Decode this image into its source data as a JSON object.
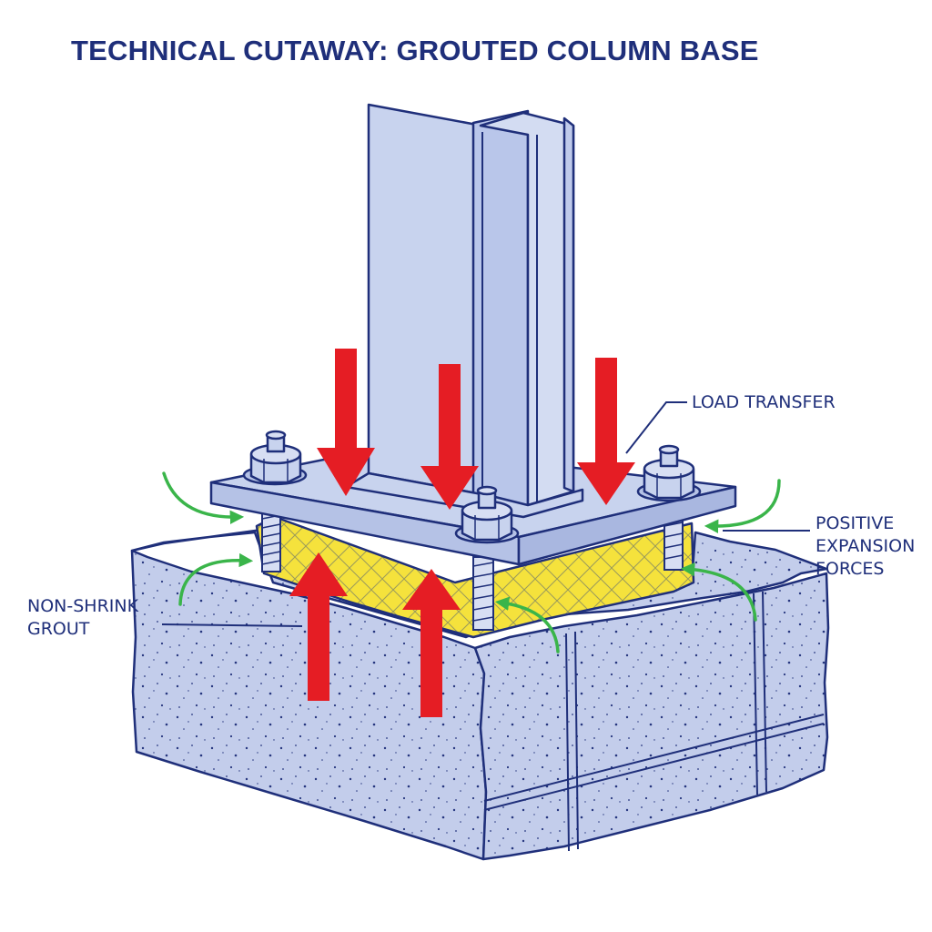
{
  "title": "TECHNICAL CUTAWAY: GROUTED COLUMN BASE",
  "labels": {
    "load_transfer": "LOAD TRANSFER",
    "expansion_line1": "POSITIVE",
    "expansion_line2": "EXPANSION",
    "expansion_line3": "FORCES",
    "grout_line1": "NON-SHRINK",
    "grout_line2": "GROUT"
  },
  "colors": {
    "outline": "#1f2f7a",
    "steel": "#c8d3ee",
    "concrete": "#c3cdeb",
    "grout": "#f5e23c",
    "load_arrow": "#e51d24",
    "expansion_arrow": "#3ab54a"
  }
}
